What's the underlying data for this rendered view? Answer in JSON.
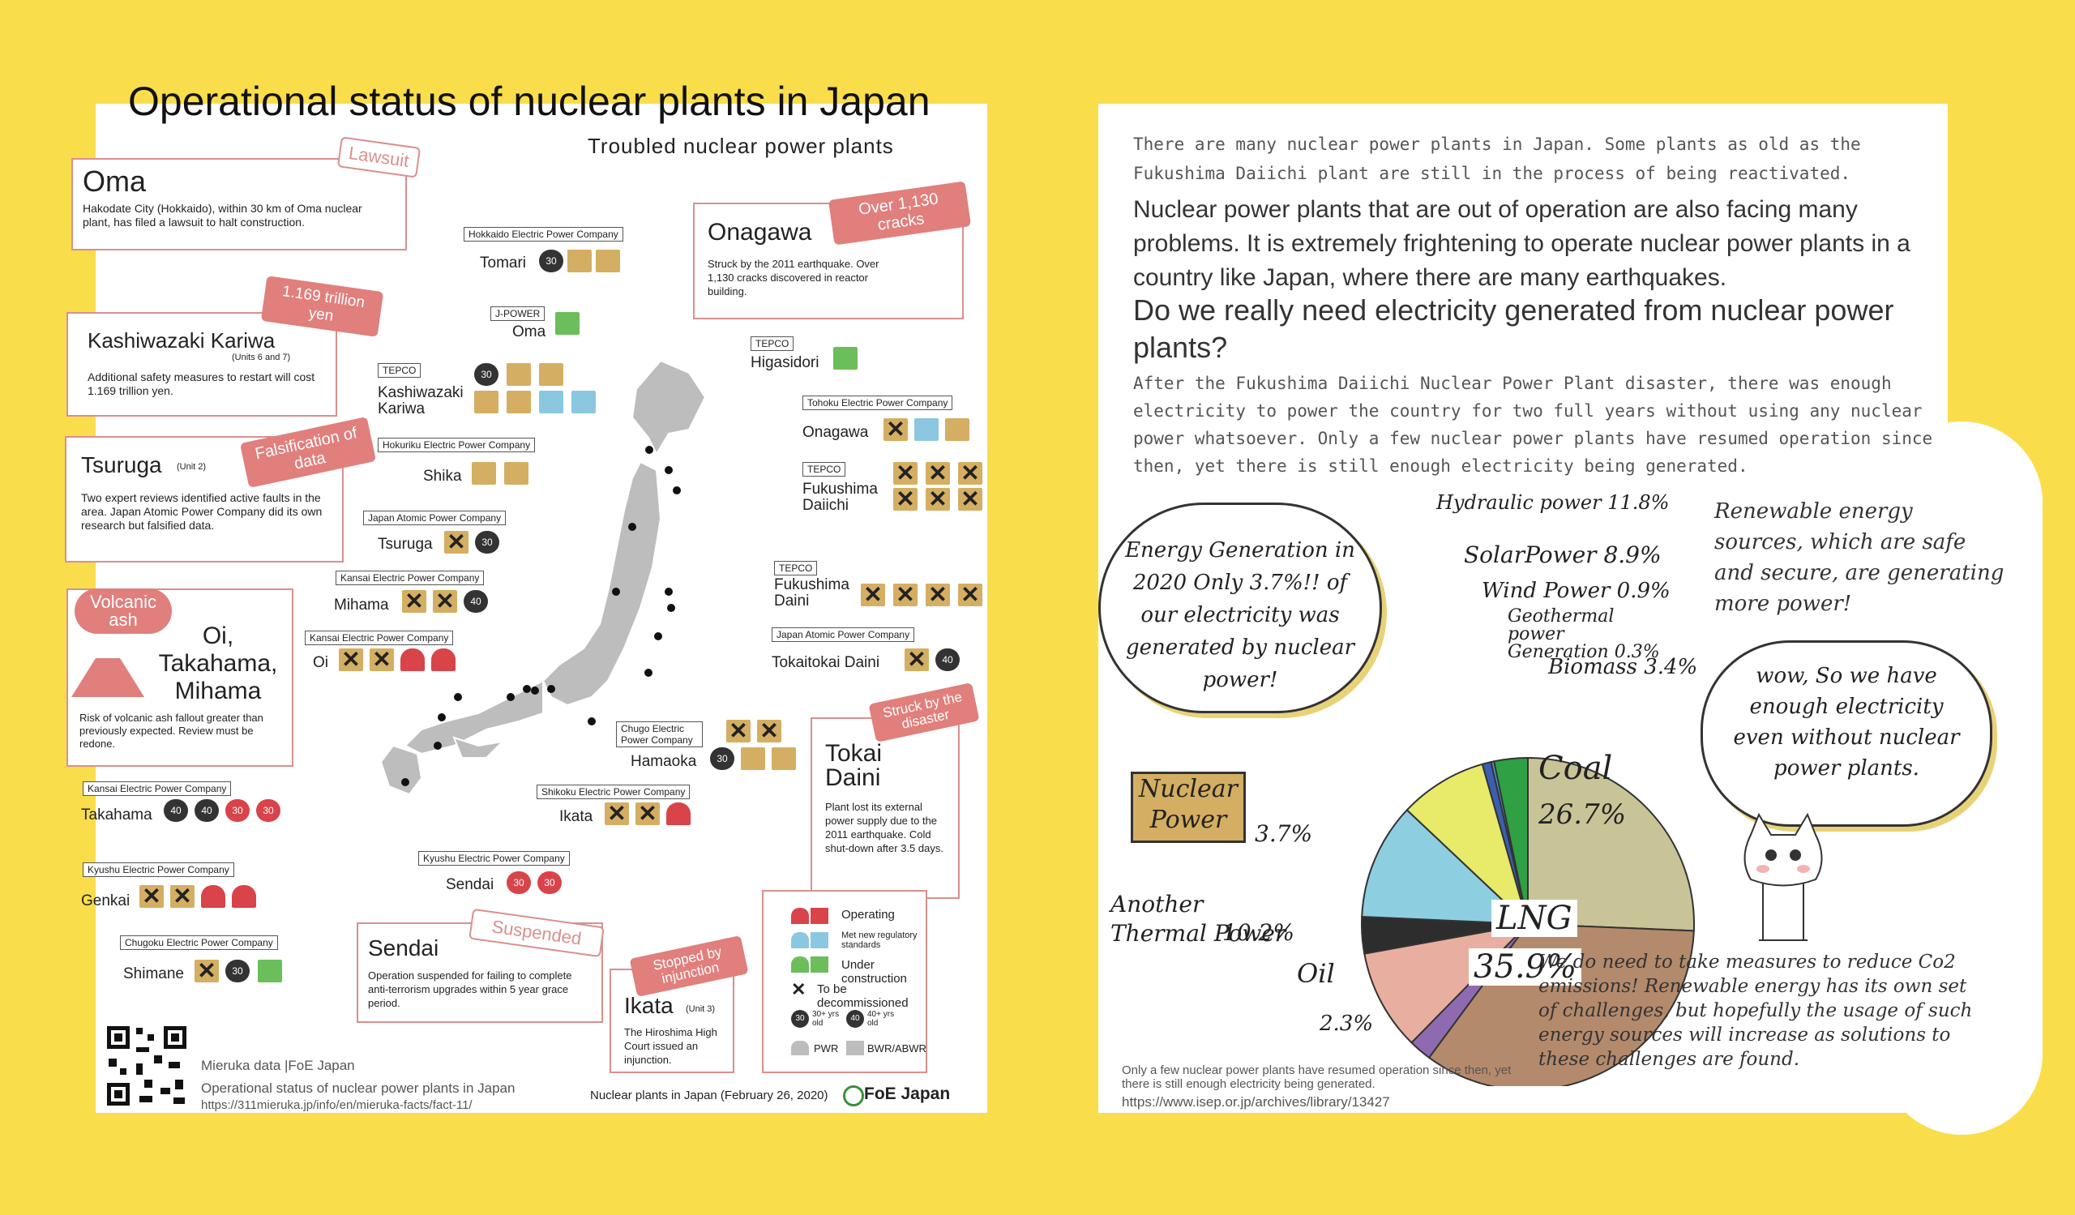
{
  "left": {
    "title": "Operational status of nuclear plants in Japan",
    "subtitle": "Troubled nuclear power plants",
    "oma": {
      "name": "Oma",
      "tag": "Lawsuit",
      "text": "Hakodate City (Hokkaido), within 30 km of Oma nuclear plant, has filed a lawsuit to halt construction."
    },
    "kashiwazaki": {
      "name": "Kashiwazaki Kariwa",
      "units": "(Units 6 and 7)",
      "tag": "1.169 trillion yen",
      "text": "Additional safety measures to restart will cost 1.169 trillion yen."
    },
    "tsuruga": {
      "name": "Tsuruga",
      "unit": "(Unit 2)",
      "tag": "Falsification of data",
      "text": "Two expert reviews identified active faults in the area. Japan Atomic Power Company did its own research but falsified data."
    },
    "oi": {
      "name": "Oi, Takahama, Mihama",
      "tag": "Volcanic ash",
      "text": "Risk of volcanic ash fallout greater than previously expected. Review must be redone."
    },
    "onagawa": {
      "name": "Onagawa",
      "tag": "Over 1,130 cracks",
      "text": "Struck by the 2011 earthquake. Over 1,130 cracks discovered in reactor building."
    },
    "tokai": {
      "name": "Tokai Daini",
      "tag": "Struck by the disaster",
      "text": "Plant lost its external power supply due to the 2011 earthquake. Cold shut-down after 3.5 days."
    },
    "sendai": {
      "name": "Sendai",
      "tag": "Suspended",
      "text": "Operation suspended for failing to complete anti-terrorism upgrades within 5 year grace period."
    },
    "ikata": {
      "name": "Ikata",
      "unit": "(Unit 3)",
      "tag": "Stopped by injunction",
      "text": "The Hiroshima High Court issued an injunction."
    },
    "plants": [
      {
        "company": "Hokkaido Electric Power Company",
        "name": "Tomari"
      },
      {
        "company": "J-POWER",
        "name": "Oma"
      },
      {
        "company": "TEPCO",
        "name": "Kashiwazaki Kariwa"
      },
      {
        "company": "Hokuriku Electric Power Company",
        "name": "Shika"
      },
      {
        "company": "Japan Atomic Power Company",
        "name": "Tsuruga"
      },
      {
        "company": "Kansai Electric Power Company",
        "name": "Mihama"
      },
      {
        "company": "Kansai Electric Power Company",
        "name": "Oi"
      },
      {
        "company": "TEPCO",
        "name": "Higasidori"
      },
      {
        "company": "Tohoku Electric Power Company",
        "name": "Onagawa"
      },
      {
        "company": "TEPCO",
        "name": "Fukushima Daiichi"
      },
      {
        "company": "TEPCO",
        "name": "Fukushima Daini"
      },
      {
        "company": "Japan Atomic Power Company",
        "name": "Tokaitokai Daini"
      },
      {
        "company": "Chugo Electric Power Company",
        "name": "Hamaoka"
      },
      {
        "company": "Shikoku Electric Power Company",
        "name": "Ikata"
      },
      {
        "company": "Kyushu Electric Power Company",
        "name": "Sendai"
      },
      {
        "company": "Kansai Electric Power Company",
        "name": "Takahama"
      },
      {
        "company": "Kyushu Electric Power Company",
        "name": "Genkai"
      },
      {
        "company": "Chugoku Electric Power Company",
        "name": "Shimane"
      }
    ],
    "legend": {
      "operating": "Operating",
      "new_standards": "Met new regulatory standards",
      "construction": "Under construction",
      "decommission": "To be decommissioned",
      "age30": "30+ yrs old",
      "age40": "40+ yrs old",
      "pwr": "PWR",
      "bwr": "BWR/ABWR"
    },
    "age_badges": {
      "thirty": "30",
      "forty": "40"
    },
    "footer_source": "Mieruka data |FoE Japan",
    "footer_title": "Operational status of nuclear power plants in Japan",
    "footer_url": "https://311mieruka.jp/info/en/mieruka-facts/fact-11/",
    "footer_date": "Nuclear plants in Japan (February 26, 2020)",
    "foe": "FoE Japan"
  },
  "right": {
    "p1": "There are many nuclear power plants in Japan. Some plants as old as the Fukushima Daiichi plant are still in the process of being reactivated.",
    "p2": "Nuclear power plants that are out of operation are also facing many problems. It is extremely frightening to operate nuclear power plants in a country like Japan, where there are many earthquakes.",
    "p3a": "Do we really need electricity generated from nuclear power plants?",
    "p3b": "After the Fukushima Daiichi Nuclear Power Plant disaster, there was enough electricity to power the country for two full years without using any nuclear power whatsoever. Only a few nuclear power plants have resumed operation since then, yet there is still enough electricity being generated.",
    "cloud1": "Energy Generation in 2020 Only 3.7%!! of our electricity was generated by nuclear power!",
    "cloud2": "Renewable energy sources, which are safe and secure, are generating more power!",
    "cloud3": "wow, So we have enough electricity even without nuclear power plants.",
    "bottom_note": "We do need to take measures to reduce Co2 emissions! Renewable energy has its own set of challenges, but hopefully the usage of such energy sources will increase as solutions to these challenges are found.",
    "footnote": "Only a few nuclear power plants have resumed operation since then, yet there is still enough electricity being generated.",
    "footnote_url": "https://www.isep.or.jp/archives/library/13427"
  },
  "chart_data": {
    "type": "pie",
    "title": "Energy Generation in 2020",
    "slices": [
      {
        "label": "Coal",
        "value": 26.7,
        "color": "#C9C497"
      },
      {
        "label": "LNG",
        "value": 35.9,
        "color": "#B48A6C"
      },
      {
        "label": "Oil",
        "value": 2.3,
        "color": "#8E6BB0"
      },
      {
        "label": "Another Thermal Power",
        "value": 10.2,
        "color": "#E8AFA0"
      },
      {
        "label": "Nuclear Power",
        "value": 3.7,
        "color": "#2D2D2D"
      },
      {
        "label": "Hydraulic power",
        "value": 11.8,
        "color": "#8DCFE0"
      },
      {
        "label": "SolarPower",
        "value": 8.9,
        "color": "#E8EA6A"
      },
      {
        "label": "Wind Power",
        "value": 0.9,
        "color": "#3A5FB0"
      },
      {
        "label": "Geothermal power Generation",
        "value": 0.3,
        "color": "#5B9BD5"
      },
      {
        "label": "Biomass",
        "value": 3.4,
        "color": "#2FA043"
      }
    ]
  }
}
